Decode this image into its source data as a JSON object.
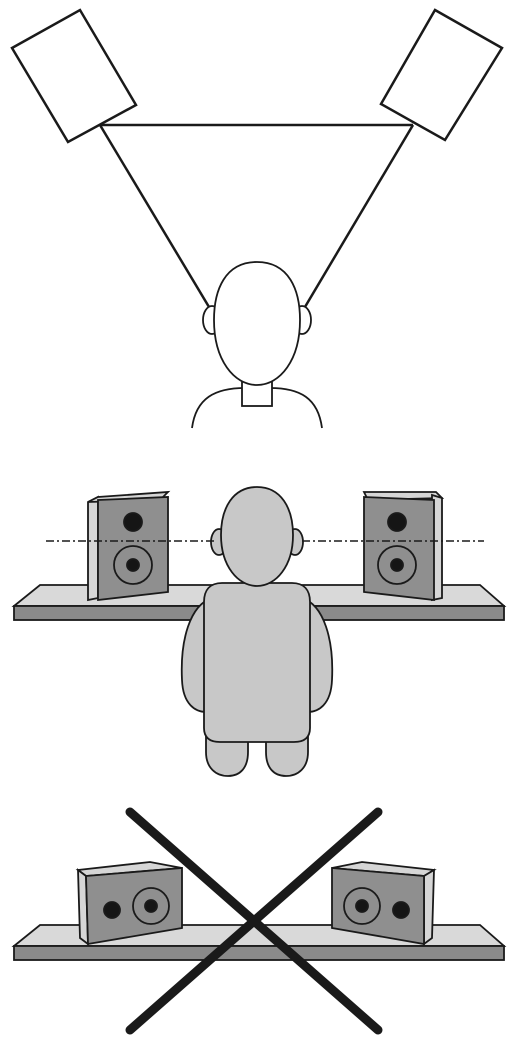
{
  "figure": {
    "panels": [
      {
        "id": "top-view",
        "content": "equilateral-triangle-speaker-placement",
        "elements": [
          "left-speaker",
          "right-speaker",
          "listener-head",
          "triangle-lines"
        ]
      },
      {
        "id": "front-view-correct",
        "content": "speakers-vertical-tweeter-at-ear-height",
        "elements": [
          "left-speaker",
          "right-speaker",
          "listener",
          "desk",
          "ear-height-line"
        ]
      },
      {
        "id": "front-view-incorrect",
        "content": "speakers-horizontal-crossed-out",
        "elements": [
          "left-speaker",
          "right-speaker",
          "desk",
          "cross-mark"
        ]
      }
    ]
  },
  "colors": {
    "stroke": "#1a1a1a",
    "speaker_face": "#8f8f8f",
    "speaker_side": "#d6d6d6",
    "driver": "#151515",
    "desk_top": "#d9d9d9",
    "desk_edge": "#8a8a8a",
    "body_fill": "#c8c8c8",
    "cross": "#1a1a1a",
    "background": "#ffffff"
  }
}
